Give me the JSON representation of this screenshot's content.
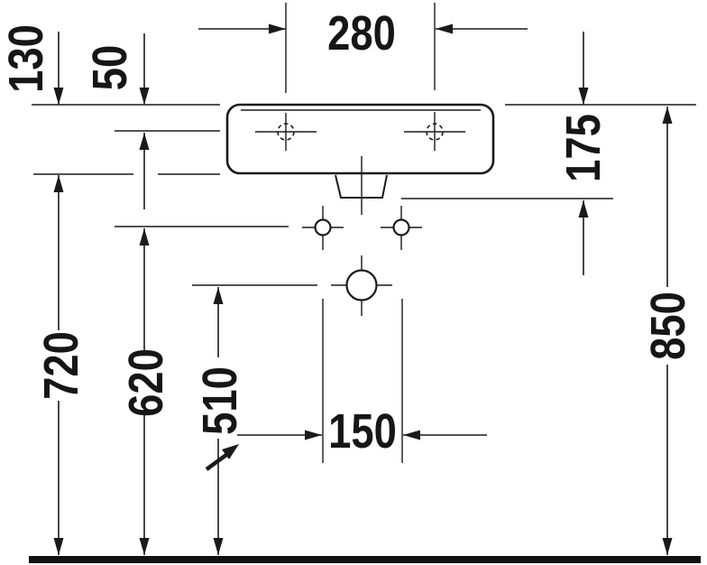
{
  "drawing": {
    "subject": "wall-mounted washbasin front view technical drawing",
    "units": "mm",
    "colors": {
      "line": "#1a1a1a",
      "background": "#ffffff",
      "floor": "#111111"
    },
    "dimensions": {
      "tap_hole_spacing": "280",
      "basin_front_height": "130",
      "rim_to_tap_holes": "50",
      "rim_to_fixing_holes": "175",
      "rim_height_above_floor": "850",
      "basin_underside_above_floor": "720",
      "fixing_holes_above_floor": "620",
      "drain_center_above_floor": "510",
      "fixing_hole_spacing": "150"
    }
  }
}
